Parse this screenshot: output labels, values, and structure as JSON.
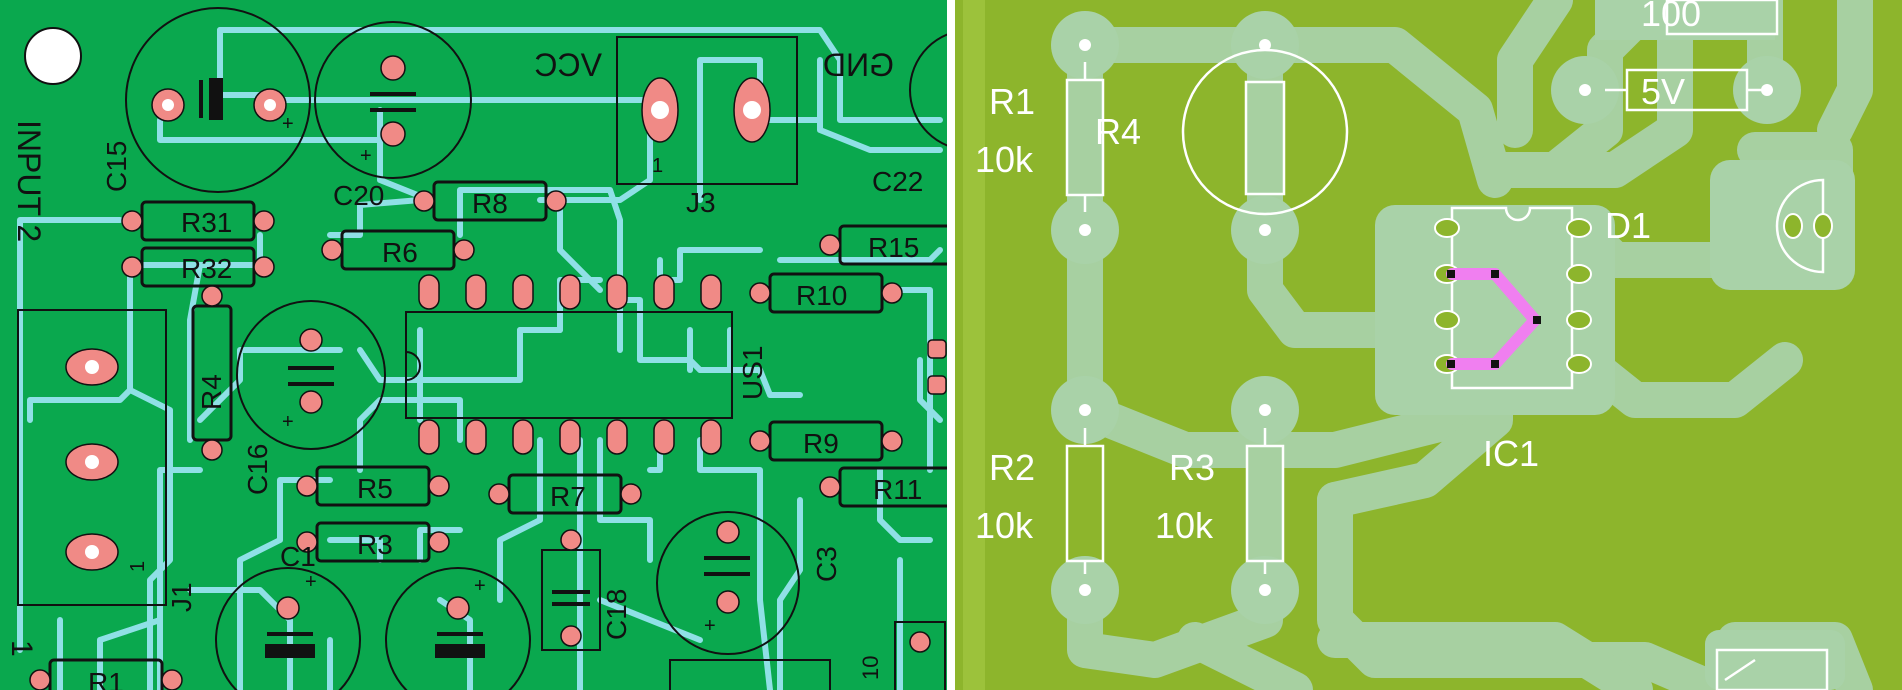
{
  "colors": {
    "left_board": "#0aa84e",
    "left_trace": "#8fe0e6",
    "pad": "#f08a86",
    "silk_dark": "#111111",
    "right_board": "#8db52c",
    "right_trace": "#a9d2a8",
    "right_silk": "#ffffff",
    "highlight": "#f07ff0"
  },
  "left_board": {
    "connector_label": "INPUT 2",
    "connector_ref": "J1",
    "vcc_label": "VCC",
    "gnd_label": "GND",
    "j3_ref": "J3",
    "pin1": "1",
    "ic_ref": "US1",
    "components": {
      "C15": "C15",
      "C20": "C20",
      "C22": "C22",
      "C16": "C16",
      "C1": "C1",
      "C3": "C3",
      "C18": "C18",
      "R31": "R31",
      "R32": "R32",
      "R8": "R8",
      "R6": "R6",
      "R15": "R15",
      "R10": "R10",
      "R4": "R4",
      "R5": "R5",
      "R3": "R3",
      "R7": "R7",
      "R9": "R9",
      "R11": "R11",
      "R1": "R1",
      "R10_partial": "10"
    },
    "plus": "+"
  },
  "right_board": {
    "R1": "R1",
    "R1_value": "10k",
    "R4": "R4",
    "R2": "R2",
    "R2_value": "10k",
    "R3": "R3",
    "R3_value": "10k",
    "D1": "D1",
    "IC1": "IC1",
    "top_partial": "100",
    "v5": "5V"
  }
}
